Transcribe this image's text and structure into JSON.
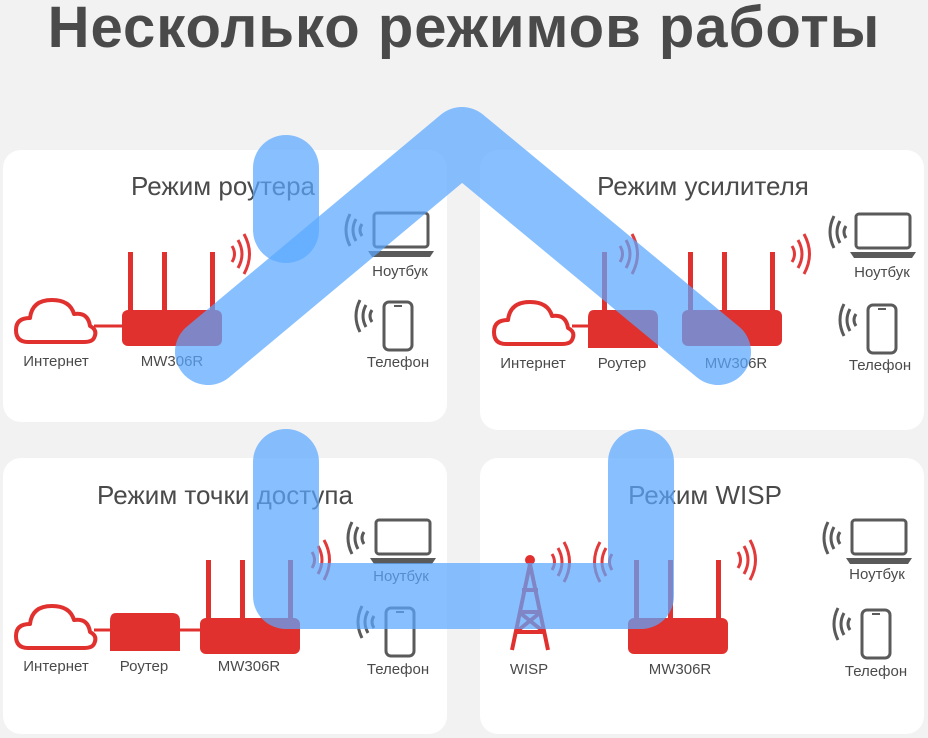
{
  "title": "Несколько режимов работы",
  "colors": {
    "router_red": "#e0312f",
    "wave_red": "#e23a3a",
    "icon_gray": "#5a5a5a",
    "overlay_blue": "#5aa8ff"
  },
  "panels": {
    "router": {
      "title": "Режим роутера",
      "labels": {
        "internet": "Интернет",
        "device": "MW306R",
        "laptop": "Ноутбук",
        "phone": "Телефон"
      }
    },
    "repeater": {
      "title": "Режим усилителя",
      "labels": {
        "internet": "Интернет",
        "router": "Роутер",
        "device": "MW306R",
        "laptop": "Ноутбук",
        "phone": "Телефон"
      }
    },
    "access_point": {
      "title": "Режим точки доступа",
      "labels": {
        "internet": "Интернет",
        "router": "Роутер",
        "device": "MW306R",
        "laptop": "Ноутбук",
        "phone": "Телефон"
      }
    },
    "wisp": {
      "title": "Режим WISP",
      "labels": {
        "wisp": "WISP",
        "device": "MW306R",
        "laptop": "Ноутбук",
        "phone": "Телефон"
      }
    }
  }
}
